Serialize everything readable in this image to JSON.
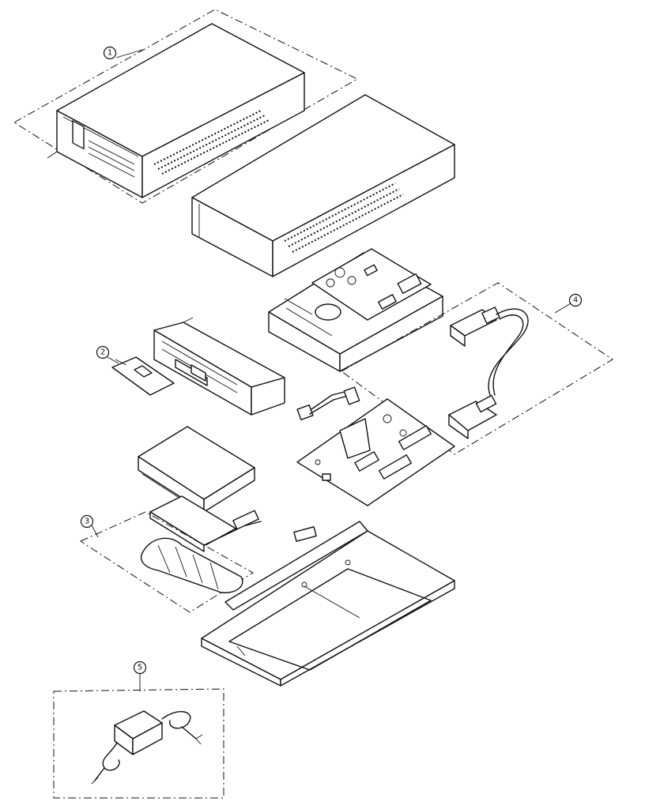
{
  "callouts": [
    {
      "number": "1",
      "x": 0,
      "y": 0
    },
    {
      "number": "2"
    },
    {
      "number": "3"
    },
    {
      "number": "4"
    },
    {
      "number": "5"
    }
  ],
  "colors": {
    "ink": "#111111",
    "paper": "#ffffff"
  }
}
